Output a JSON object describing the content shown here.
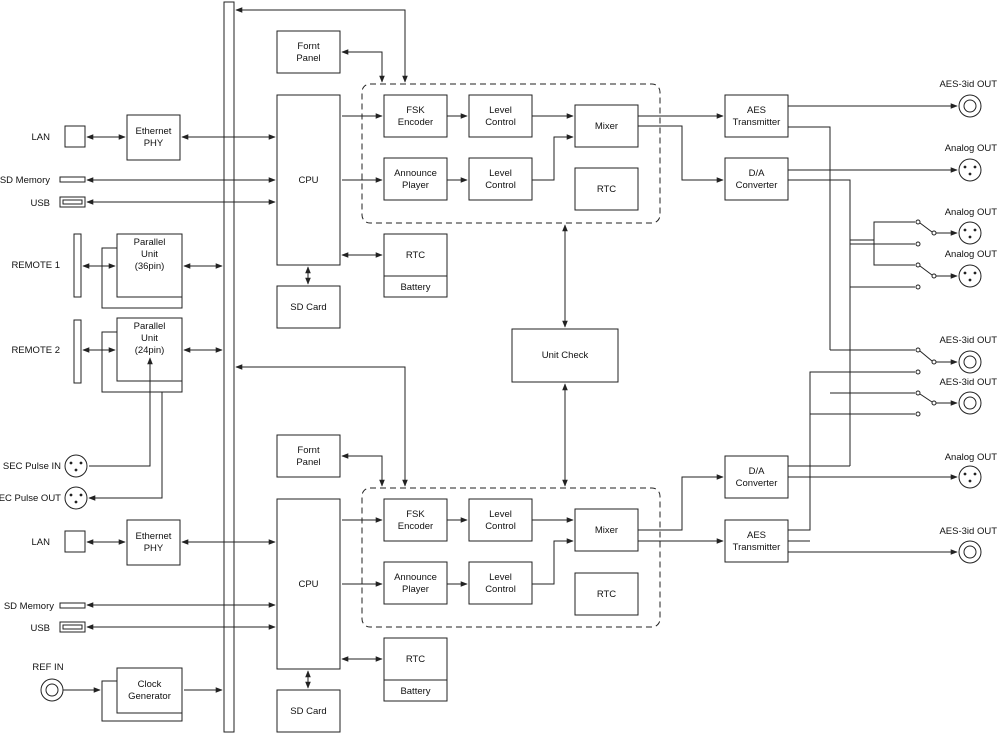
{
  "blocks": {
    "ethernet_phy": "Ethernet\nPHY",
    "front_panel": "Fornt\nPanel",
    "cpu": "CPU",
    "sd_card": "SD Card",
    "rtc": "RTC",
    "battery": "Battery",
    "fsk_encoder": "FSK\nEncoder",
    "level_control": "Level\nControl",
    "announce_player": "Announce\nPlayer",
    "mixer": "Mixer",
    "parallel_36": "Parallel\nUnit\n(36pin)",
    "parallel_24": "Parallel\nUnit\n(24pin)",
    "unit_check": "Unit Check",
    "aes_transmitter": "AES\nTransmitter",
    "da_converter": "D/A\nConverter",
    "clock_generator": "Clock\nGenerator"
  },
  "labels": {
    "lan": "LAN",
    "sd_memory": "SD Memory",
    "usb": "USB",
    "remote1": "REMOTE 1",
    "remote2": "REMOTE 2",
    "sec_pulse_in": "SEC Pulse IN",
    "sec_pulse_out": "SEC Pulse OUT",
    "ref_in": "REF IN",
    "aes_out": "AES-3id OUT",
    "analog_out": "Analog OUT"
  }
}
